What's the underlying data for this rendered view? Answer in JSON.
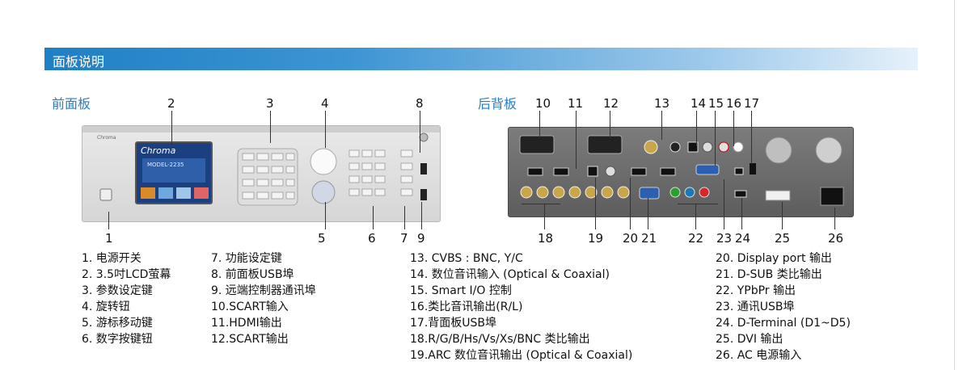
{
  "header": {
    "title": "面板说明"
  },
  "front": {
    "title": "前面板",
    "callouts": [
      "1",
      "2",
      "3",
      "4",
      "5",
      "6",
      "7",
      "8",
      "9"
    ],
    "device": {
      "brand": "Chroma",
      "model": "MODEL-2235"
    }
  },
  "rear": {
    "title": "后背板",
    "callouts": [
      "10",
      "11",
      "12",
      "13",
      "14",
      "15",
      "16",
      "17",
      "18",
      "19",
      "20",
      "21",
      "22",
      "23",
      "24",
      "25",
      "26"
    ]
  },
  "legend": {
    "col1": [
      "1.  电源开关",
      "2.  3.5吋LCD萤幕",
      "3.  参数设定键",
      "4.  旋转钮",
      "5.  游标移动键",
      "6.  数字按键钮"
    ],
    "col2": [
      "7.  功能设定键",
      "8.  前面板USB埠",
      "9.  远端控制器通讯埠",
      "10.SCART输入",
      "11.HDMI输出",
      "12.SCART输出"
    ],
    "col3": [
      "13. CVBS : BNC, Y/C",
      "14. 数位音讯输入 (Optical & Coaxial)",
      "15. Smart I/O 控制",
      "16.类比音讯输出(R/L)",
      "17.背面板USB埠",
      "18.R/G/B/Hs/Vs/Xs/BNC 类比输出",
      "19.ARC 数位音讯输出 (Optical & Coaxial)"
    ],
    "col4": [
      "20. Display port 输出",
      "21. D-SUB 类比输出",
      "22. YPbPr  输出",
      "23. 通讯USB埠",
      "24. D-Terminal (D1~D5)",
      "25. DVI 输出",
      "26. AC 电源输入"
    ]
  }
}
